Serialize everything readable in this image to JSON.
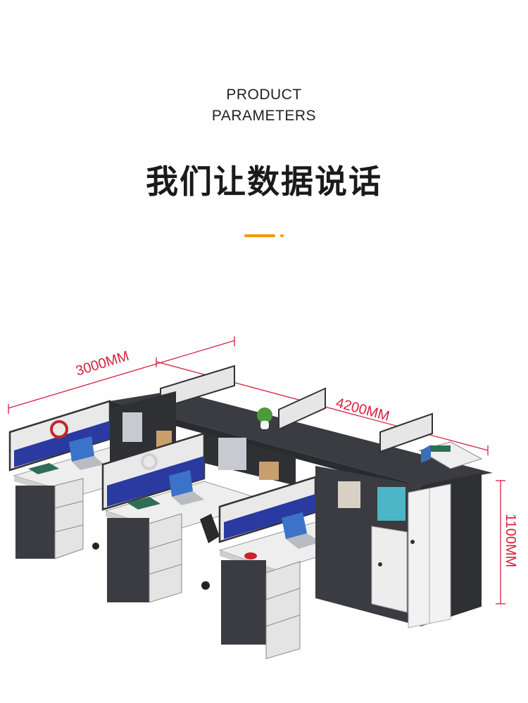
{
  "header": {
    "subtitle_line1": "PRODUCT",
    "subtitle_line2": "PARAMETERS",
    "headline": "我们让数据说话"
  },
  "dimensions": {
    "width": "3000MM",
    "depth": "4200MM",
    "height": "1100MM"
  },
  "colors": {
    "accent": "#f39800",
    "dimension": "#d6213f",
    "desk_frame": "#3a3c41",
    "partition_fabric": "#2b3aa0",
    "desktop": "#eeeeee"
  }
}
